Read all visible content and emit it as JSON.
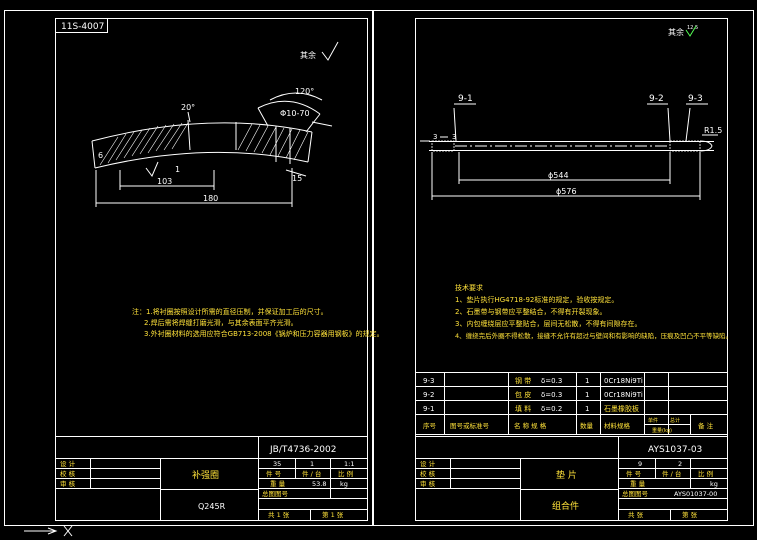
{
  "sheet_left": {
    "tag": "11S-4007",
    "roughness_label": "其余",
    "dims": {
      "angle_20": "20°",
      "angle_120": "120°",
      "d_2_70": "Φ10-70",
      "w103": "103",
      "w180": "180",
      "h15": "15",
      "h6": "6",
      "r_mark": "1"
    },
    "notes": [
      "注：1.将衬圈按照设计所需的直径压制，并保证加工后的尺寸。",
      "2.焊后需将焊缝打磨光滑，与其余表面平齐光滑。",
      "3.外衬圈材料的选用应符合GB713-2008《锅炉和压力容器用钢板》的规定。"
    ],
    "title_block": {
      "std_no": "JB/T4736-2002",
      "part_name": "补强圈",
      "material": "Q245R",
      "row_labels": [
        "设 计",
        "校 核",
        "审 核"
      ],
      "hdr_labels": [
        "件 号",
        "件 / 台",
        "比 例"
      ],
      "vals": [
        "35",
        "1",
        "1:1"
      ],
      "weight_label": "重 量",
      "weight_val": "53.8",
      "unit": "kg",
      "draw_no_label": "总图图号",
      "sheet_total": "共 1 张",
      "sheet_no": "第 1 张"
    }
  },
  "sheet_right": {
    "roughness_label": "其余",
    "roughness_value": "12.5",
    "callouts": [
      "9-1",
      "9-2",
      "9-3"
    ],
    "dims": {
      "d544": "ϕ544",
      "d576": "ϕ576",
      "r15": "R1.5",
      "t1": "3",
      "t2": "3"
    },
    "tech_title": "技术要求",
    "tech_reqs": [
      "1、垫片执行HG4718-92标准的规定，验收按规定。",
      "2、石墨带与钢带应平整结合，不得有开裂现象。",
      "3、内包缠绕层应平整贴合，层间无松散，不得有间隙存在。",
      "4、缠绕完后外圈不得松散，接缝不允许有超过与壁间和有影响的缺陷，压痕及凹凸不平等缺陷。"
    ],
    "bom": [
      {
        "no": "9-3",
        "name": "钢 带",
        "spec": "δ=0.3",
        "qty": "1",
        "mat": "0Cr18Ni9Ti"
      },
      {
        "no": "9-2",
        "name": "包 皮",
        "spec": "δ=0.3",
        "qty": "1",
        "mat": "0Cr18Ni9Ti"
      },
      {
        "no": "9-1",
        "name": "填 料",
        "spec": "δ=0.2",
        "qty": "1",
        "mat": "石墨橡胶板"
      }
    ],
    "bom_header": [
      "序号",
      "图号或标准号",
      "名 称 规 格",
      "数量",
      "材料规格",
      "单件",
      "总计",
      "备 注"
    ],
    "bom_header_extra": "重量(kg)",
    "title_block": {
      "assembly_no": "AYS1037-03",
      "part_name": "垫 片",
      "part_type": "组合件",
      "row_labels": [
        "设 计",
        "校 核",
        "审 核"
      ],
      "hdr_labels": [
        "件 号",
        "件 / 台",
        "比 例"
      ],
      "vals": [
        "9",
        "2",
        ""
      ],
      "weight_label": "重 量",
      "unit": "kg",
      "draw_no_label": "总图图号",
      "draw_no": "AYS01037-00",
      "sheet_total": "共 张",
      "sheet_no": "第 张"
    }
  }
}
